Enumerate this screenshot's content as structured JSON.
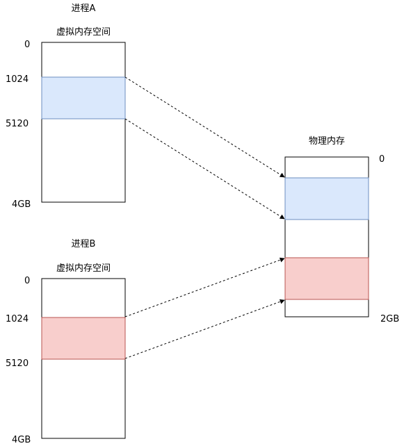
{
  "process_a": {
    "title": "进程A",
    "subtitle": "虚拟内存空间",
    "tick_0": "0",
    "tick_1024": "1024",
    "tick_5120": "5120",
    "tick_end": "4GB"
  },
  "process_b": {
    "title": "进程B",
    "subtitle": "虚拟内存空间",
    "tick_0": "0",
    "tick_1024": "1024",
    "tick_5120": "5120",
    "tick_end": "4GB"
  },
  "physical": {
    "title": "物理内存",
    "tick_0": "0",
    "tick_end": "2GB"
  },
  "colors": {
    "a_fill": "#dae8fc",
    "a_stroke": "#6c8ebf",
    "b_fill": "#f8cecc",
    "b_stroke": "#b85450",
    "line": "#000000"
  }
}
